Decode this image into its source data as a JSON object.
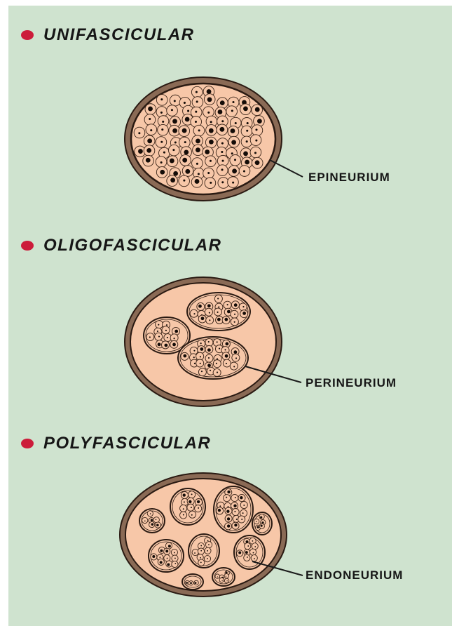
{
  "sections": [
    {
      "heading": "UNIFASCICULAR",
      "label": "EPINEURIUM"
    },
    {
      "heading": "OLIGOFASCICULAR",
      "label": "PERINEURIUM"
    },
    {
      "heading": "POLYFASCICULAR",
      "label": "ENDONEURIUM"
    }
  ],
  "colors": {
    "background": "#cfe3cf",
    "bullet": "#cc1c3a",
    "nerve_fill": "#f7c7a8",
    "sheath": "#8a6a55",
    "outline": "#2a1a12"
  }
}
